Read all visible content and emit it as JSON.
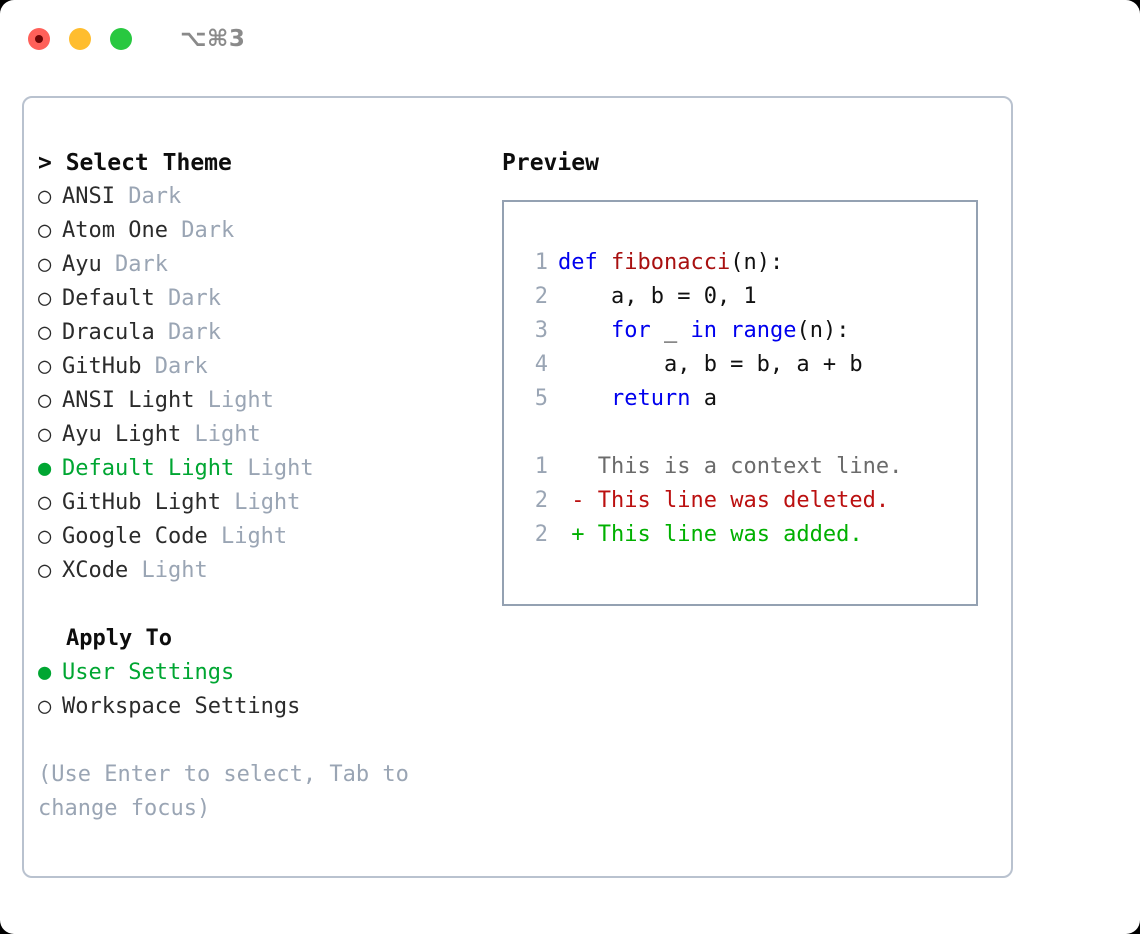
{
  "window": {
    "title": "⌥⌘3",
    "traffic_lights": [
      {
        "name": "close-button",
        "color": "#ff6059"
      },
      {
        "name": "minimize-button",
        "color": "#ffbd2e"
      },
      {
        "name": "maximize-button",
        "color": "#28c840"
      }
    ]
  },
  "theme_panel": {
    "heading": "> Select Theme",
    "selected_bullet": "●",
    "unselected_bullet": "○",
    "accent_color": "#00a632",
    "tag_color": "#9aa5b4",
    "items": [
      {
        "name": "ANSI",
        "tag": "Dark",
        "selected": false
      },
      {
        "name": "Atom One",
        "tag": "Dark",
        "selected": false
      },
      {
        "name": "Ayu",
        "tag": "Dark",
        "selected": false
      },
      {
        "name": "Default",
        "tag": "Dark",
        "selected": false
      },
      {
        "name": "Dracula",
        "tag": "Dark",
        "selected": false
      },
      {
        "name": "GitHub",
        "tag": "Dark",
        "selected": false
      },
      {
        "name": "ANSI Light",
        "tag": "Light",
        "selected": false
      },
      {
        "name": "Ayu Light",
        "tag": "Light",
        "selected": false
      },
      {
        "name": "Default Light",
        "tag": "Light",
        "selected": true
      },
      {
        "name": "GitHub Light",
        "tag": "Light",
        "selected": false
      },
      {
        "name": "Google Code",
        "tag": "Light",
        "selected": false
      },
      {
        "name": "XCode",
        "tag": "Light",
        "selected": false
      }
    ]
  },
  "apply_to": {
    "title": "Apply To",
    "options": [
      {
        "name": "User Settings",
        "selected": true
      },
      {
        "name": "Workspace Settings",
        "selected": false
      }
    ]
  },
  "hint": "(Use Enter to select, Tab to change focus)",
  "preview": {
    "heading": "Preview",
    "code_lines": [
      {
        "number": "1",
        "tokens": [
          {
            "text": "def ",
            "kind": "kw"
          },
          {
            "text": "fibonacci",
            "kind": "fn"
          },
          {
            "text": "(n):",
            "kind": "src"
          }
        ]
      },
      {
        "number": "2",
        "tokens": [
          {
            "text": "    a, b = 0, 1",
            "kind": "src"
          }
        ]
      },
      {
        "number": "3",
        "tokens": [
          {
            "text": "    ",
            "kind": "src"
          },
          {
            "text": "for",
            "kind": "kw"
          },
          {
            "text": " _ ",
            "kind": "src"
          },
          {
            "text": "in range",
            "kind": "kw"
          },
          {
            "text": "(n):",
            "kind": "src"
          }
        ]
      },
      {
        "number": "4",
        "tokens": [
          {
            "text": "        a, b = b, a + b",
            "kind": "src"
          }
        ]
      },
      {
        "number": "5",
        "tokens": [
          {
            "text": "    ",
            "kind": "src"
          },
          {
            "text": "return",
            "kind": "kw"
          },
          {
            "text": " a",
            "kind": "src"
          }
        ]
      }
    ],
    "diff_lines": [
      {
        "number": "1",
        "marker": "  ",
        "text": "This is a context line.",
        "kind": "ctx"
      },
      {
        "number": "2",
        "marker": "- ",
        "text": "This line was deleted.",
        "kind": "del"
      },
      {
        "number": "2",
        "marker": "+ ",
        "text": "This line was added.",
        "kind": "add"
      }
    ],
    "colors": {
      "keyword": "#0000ee",
      "function": "#a81010",
      "source": "#111111",
      "line_number": "#9aa5b4",
      "context": "#6b6b6b",
      "deleted": "#bb1010",
      "added": "#00b000"
    }
  }
}
